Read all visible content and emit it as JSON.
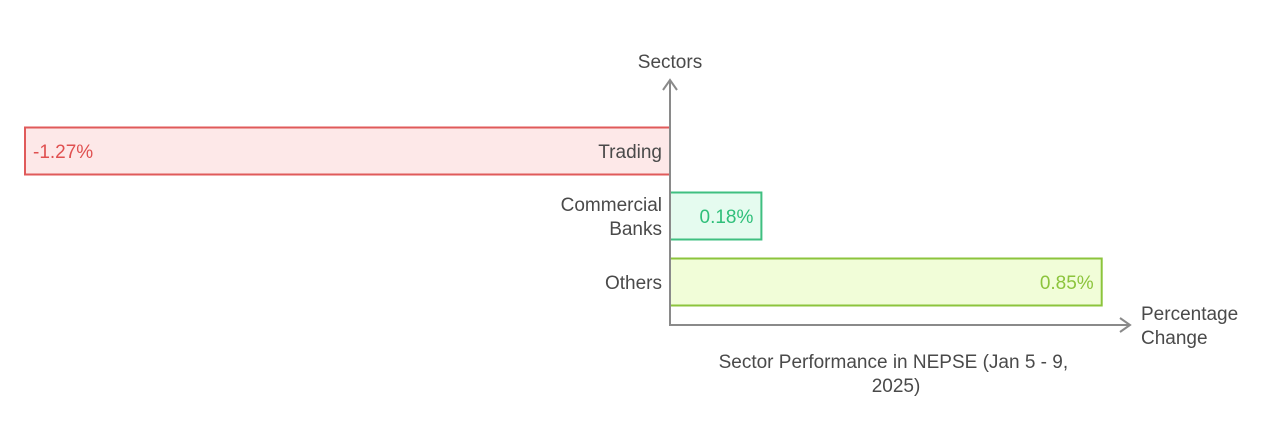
{
  "chart_data": {
    "type": "bar",
    "orientation": "horizontal",
    "title": "Sector Performance in NEPSE (Jan 5 - 9, 2025)",
    "title_lines": [
      "Sector Performance in NEPSE (Jan 5 - 9,",
      "2025)"
    ],
    "ylabel": "Sectors",
    "xlabel": "Percentage Change",
    "xlabel_lines": [
      "Percentage",
      "Change"
    ],
    "categories": [
      "Trading",
      "Commercial Banks",
      "Others"
    ],
    "category_lines": [
      [
        "Trading"
      ],
      [
        "Commercial",
        "Banks"
      ],
      [
        "Others"
      ]
    ],
    "values": [
      -1.27,
      0.18,
      0.85
    ],
    "value_labels": [
      "-1.27%",
      "0.18%",
      "0.85%"
    ],
    "colors": [
      {
        "fill": "#fde8e8",
        "stroke": "#e05a5a",
        "text": "#e05050"
      },
      {
        "fill": "#e5fbef",
        "stroke": "#3fbf80",
        "text": "#2fbf7a"
      },
      {
        "fill": "#f1fdd8",
        "stroke": "#8cc43c",
        "text": "#8cc43c"
      }
    ],
    "xlim": [
      -1.27,
      0.85
    ],
    "grid": false,
    "legend": "none"
  }
}
